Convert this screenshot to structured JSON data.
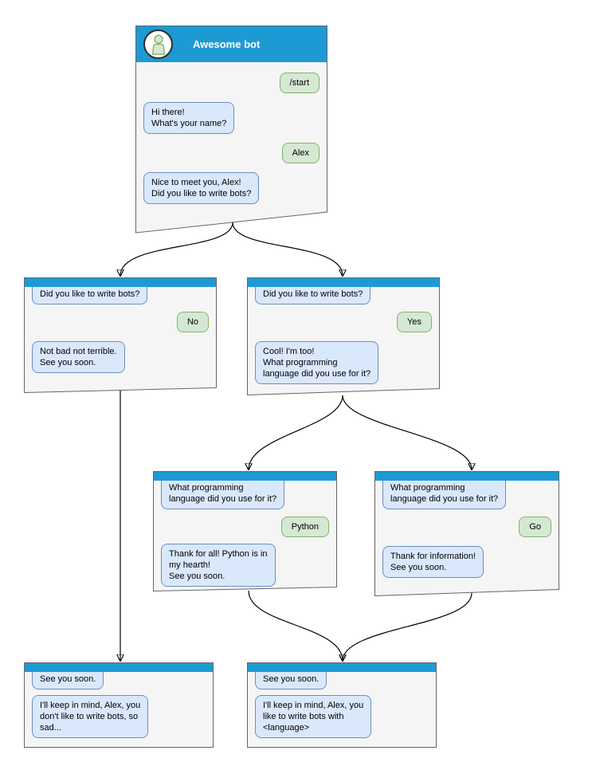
{
  "colors": {
    "titlebar_blue": "#1d9ad3",
    "bot_bubble_fill": "#dae8fc",
    "bot_bubble_border": "#6c8ebf",
    "user_bubble_fill": "#d5e8d4",
    "user_bubble_border": "#82b366",
    "window_fill": "#f5f5f5",
    "window_border": "#666666",
    "arrow_color": "#000000"
  },
  "windows": {
    "start": {
      "title": "Awesome bot",
      "messages": [
        {
          "from": "user",
          "text": "/start"
        },
        {
          "from": "bot",
          "text": "Hi there!\nWhat's your name?"
        },
        {
          "from": "user",
          "text": "Alex"
        },
        {
          "from": "bot",
          "text": "Nice to meet you, Alex!\nDid you like to write bots?"
        }
      ]
    },
    "no_branch": {
      "messages": [
        {
          "from": "bot",
          "text": "Did you like to write bots?"
        },
        {
          "from": "user",
          "text": "No"
        },
        {
          "from": "bot",
          "text": "Not bad not terrible.\nSee you soon."
        }
      ]
    },
    "yes_branch": {
      "messages": [
        {
          "from": "bot",
          "text": "Did you like to write bots?"
        },
        {
          "from": "user",
          "text": "Yes"
        },
        {
          "from": "bot",
          "text": "Cool! I'm too!\nWhat programming\nlanguage did you use for it?"
        }
      ]
    },
    "python_branch": {
      "messages": [
        {
          "from": "bot",
          "text": "What programming\nlanguage did you use for it?"
        },
        {
          "from": "user",
          "text": "Python"
        },
        {
          "from": "bot",
          "text": "Thank for all! Python is in\nmy hearth!\nSee you soon."
        }
      ]
    },
    "go_branch": {
      "messages": [
        {
          "from": "bot",
          "text": "What programming\nlanguage did you use for it?"
        },
        {
          "from": "user",
          "text": "Go"
        },
        {
          "from": "bot",
          "text": "Thank for information!\nSee you soon."
        }
      ]
    },
    "end_no": {
      "messages": [
        {
          "from": "bot",
          "text": "See you soon."
        },
        {
          "from": "bot",
          "text": "I'll keep in mind, Alex, you\ndon't like to write bots, so\nsad..."
        }
      ]
    },
    "end_yes": {
      "messages": [
        {
          "from": "bot",
          "text": "See you soon."
        },
        {
          "from": "bot",
          "text": "I'll keep in mind, Alex, you\nlike to write bots with\n<language>"
        }
      ]
    }
  },
  "edges": [
    {
      "from": "start",
      "to": "no_branch"
    },
    {
      "from": "start",
      "to": "yes_branch"
    },
    {
      "from": "no_branch",
      "to": "end_no"
    },
    {
      "from": "yes_branch",
      "to": "python_branch"
    },
    {
      "from": "yes_branch",
      "to": "go_branch"
    },
    {
      "from": "python_branch",
      "to": "end_yes"
    },
    {
      "from": "go_branch",
      "to": "end_yes"
    }
  ]
}
